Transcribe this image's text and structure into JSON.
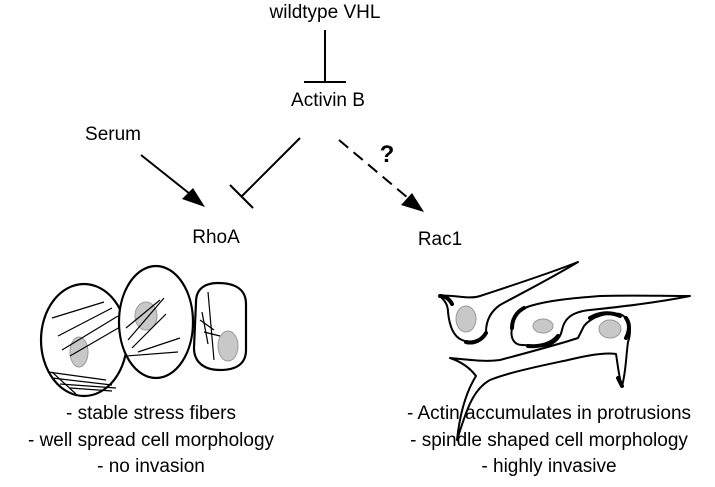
{
  "nodes": {
    "vhl": "wildtype VHL",
    "activin": "Activin B",
    "serum": "Serum",
    "rhoa": "RhoA",
    "rac1": "Rac1",
    "unknown_link": "?"
  },
  "left_outcome": {
    "lines": [
      "- stable stress fibers",
      "- well spread cell morphology",
      "- no invasion"
    ]
  },
  "right_outcome": {
    "lines": [
      "- Actin accumulates in protrusions",
      "- spindle shaped cell morphology",
      "- highly invasive"
    ]
  },
  "colors": {
    "line": "#000000",
    "nucleus": "#c8c8c8",
    "background": "#ffffff"
  }
}
